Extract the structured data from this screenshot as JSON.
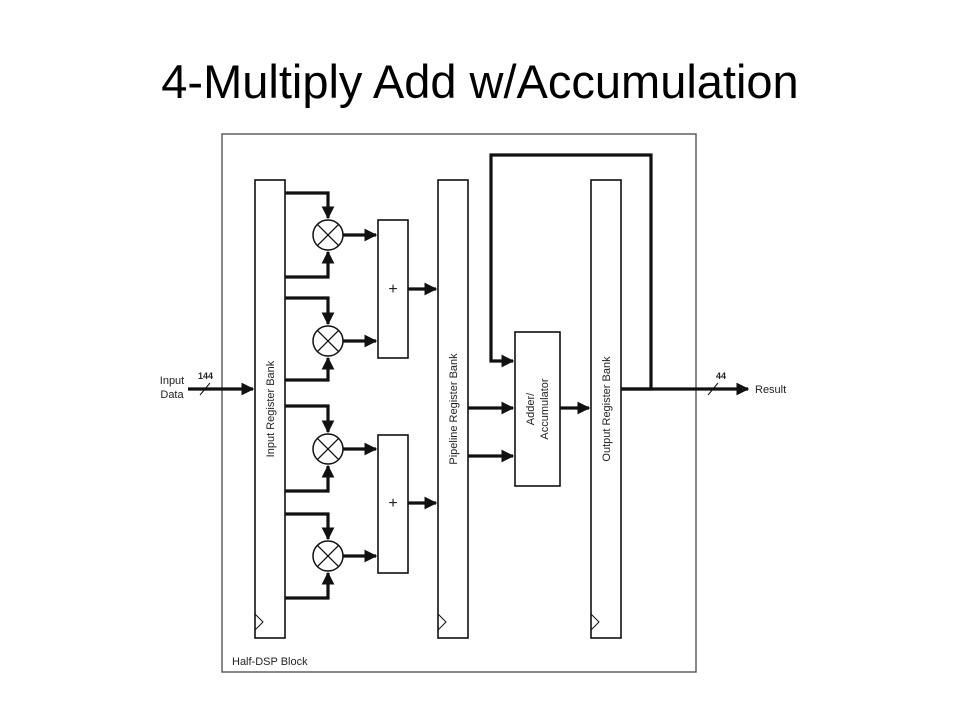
{
  "slide": {
    "title": "4-Multiply Add w/Accumulation"
  },
  "diagram": {
    "block_label": "Half-DSP Block",
    "input_label_line1": "Input",
    "input_label_line2": "Data",
    "input_width": "144",
    "output_width": "44",
    "output_label": "Result",
    "input_register_bank": "Input Register Bank",
    "pipeline_register_bank": "Pipeline Register Bank",
    "output_register_bank": "Output Register Bank",
    "adder_line1": "Adder/",
    "adder_line2": "Accumulator",
    "plus_symbol": "+"
  },
  "colors": {
    "line": "#111111",
    "block_border": "#555555",
    "background": "#ffffff"
  }
}
